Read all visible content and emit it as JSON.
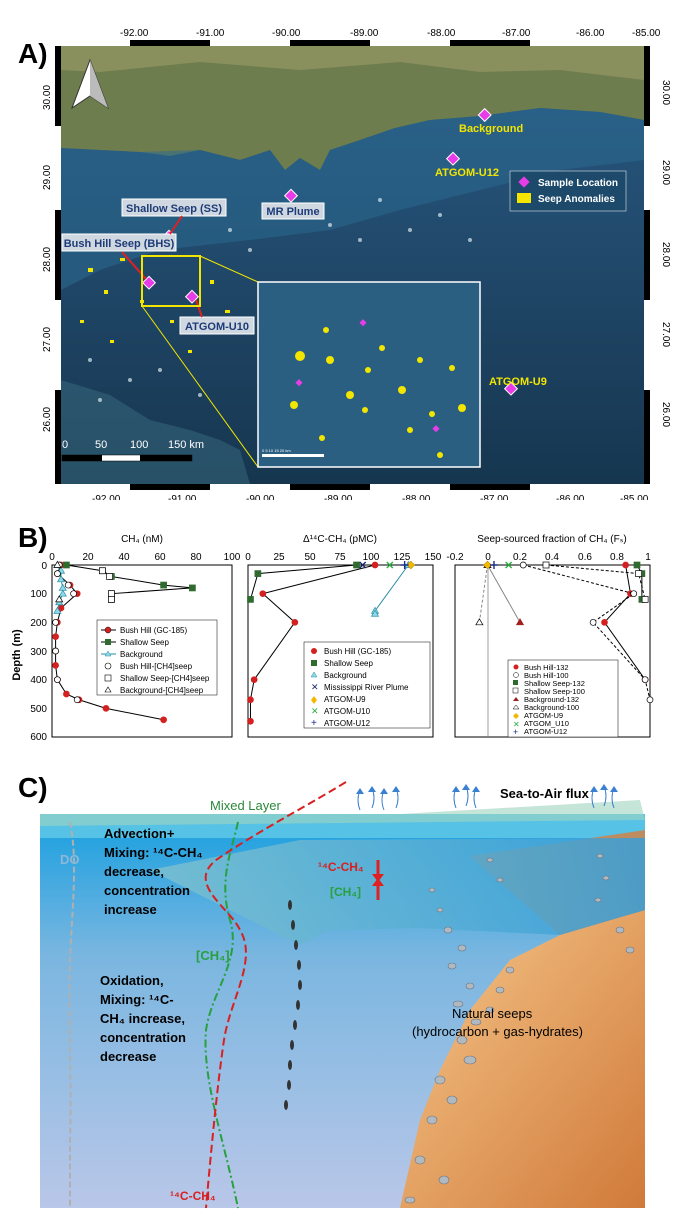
{
  "panel_labels": {
    "a": "A)",
    "b": "B)",
    "c": "C)"
  },
  "map": {
    "lon_ticks": [
      "-92.00",
      "-91.00",
      "-90.00",
      "-89.00",
      "-88.00",
      "-87.00",
      "-86.00",
      "-85.00"
    ],
    "lat_ticks": [
      "30.00",
      "29.00",
      "28.00",
      "27.00",
      "26.00"
    ],
    "legend": {
      "sample": "Sample Location",
      "seep": "Seep Anomalies"
    },
    "sites": {
      "background": "Background",
      "atgom_u12": "ATGOM-U12",
      "mr_plume": "MR Plume",
      "shallow_seep": "Shallow Seep (SS)",
      "bush_hill": "Bush Hill Seep (BHS)",
      "atgom_u10": "ATGOM-U10",
      "atgom_u9": "ATGOM-U9"
    },
    "scale": {
      "l0": "0",
      "l50": "50",
      "l100": "100",
      "l150": "150 km"
    },
    "inset_scale": "0  5  10  15        20 km",
    "colors": {
      "sea": "#1f4a6e",
      "land": "#6b7a4a",
      "seep": "#f2e600",
      "site": "#e83ce8"
    }
  },
  "plots": {
    "depth_label": "Depth (m)",
    "depth_ticks": [
      "0",
      "100",
      "200",
      "300",
      "400",
      "500",
      "600"
    ],
    "p1": {
      "title": "CH₄ (nM)",
      "ticks": [
        "0",
        "20",
        "40",
        "60",
        "80",
        "100"
      ],
      "legend": [
        "Bush Hill (GC-185)",
        "Shallow Seep",
        "Background",
        "Bush Hill-[CH4]seep",
        "Shallow Seep-[CH4]seep",
        "Background-[CH4]seep"
      ]
    },
    "p2": {
      "title": "Δ¹⁴C-CH₄ (pMC)",
      "ticks": [
        "0",
        "25",
        "50",
        "75",
        "100",
        "125",
        "150"
      ],
      "legend": [
        "Bush Hill (GC-185)",
        "Shallow Seep",
        "Background",
        "Mississippi River Plume",
        "ATGOM-U9",
        "ATGOM-U10",
        "ATGOM-U12"
      ]
    },
    "p3": {
      "title": "Seep-sourced fraction of CH₄ (Fₛ)",
      "ticks": [
        "-0.2",
        "0",
        "0.2",
        "0.4",
        "0.6",
        "0.8",
        "1"
      ],
      "legend": [
        "Bush Hill-132",
        "Bush Hill-100",
        "Shallow Seep-132",
        "Shallow Seep-100",
        "Background-132",
        "Background-100",
        "ATGOM-U9",
        "ATGOM_U10",
        "ATGOM-U12"
      ]
    }
  },
  "chart_data": [
    {
      "type": "line",
      "title": "CH₄ (nM)",
      "ylabel": "Depth (m)",
      "xlim": [
        0,
        100
      ],
      "ylim": [
        600,
        0
      ],
      "series": [
        {
          "name": "Bush Hill (GC-185)",
          "x": [
            5,
            3,
            10,
            14,
            5,
            3,
            2,
            2,
            2,
            3,
            8,
            15,
            30,
            62
          ],
          "y": [
            0,
            30,
            70,
            100,
            150,
            200,
            250,
            300,
            350,
            400,
            450,
            470,
            500,
            540
          ]
        },
        {
          "name": "Shallow Seep",
          "x": [
            8,
            28,
            33,
            62,
            78,
            33,
            33
          ],
          "y": [
            0,
            20,
            40,
            70,
            80,
            100,
            120
          ]
        },
        {
          "name": "Background",
          "x": [
            3,
            5,
            5,
            6,
            6,
            4,
            3
          ],
          "y": [
            0,
            20,
            50,
            80,
            100,
            130,
            160
          ]
        },
        {
          "name": "Bush Hill-[CH4]seep",
          "x": [
            4,
            3,
            9,
            12,
            2,
            2,
            3,
            14
          ],
          "y": [
            0,
            30,
            70,
            100,
            200,
            300,
            400,
            470
          ]
        },
        {
          "name": "Shallow Seep-[CH4]seep",
          "x": [
            28,
            32,
            33,
            33
          ],
          "y": [
            20,
            40,
            100,
            120
          ]
        },
        {
          "name": "Background-[CH4]seep",
          "x": [
            3,
            4
          ],
          "y": [
            0,
            120
          ]
        }
      ]
    },
    {
      "type": "line",
      "title": "Δ¹⁴C-CH₄ (pMC)",
      "xlim": [
        0,
        150
      ],
      "ylim": [
        600,
        0
      ],
      "series": [
        {
          "name": "Bush Hill (GC-185)",
          "x": [
            103,
            12,
            38,
            5,
            2,
            2
          ],
          "y": [
            0,
            100,
            200,
            400,
            470,
            545
          ]
        },
        {
          "name": "Shallow Seep",
          "x": [
            88,
            8,
            2
          ],
          "y": [
            0,
            30,
            120
          ]
        },
        {
          "name": "Background",
          "x": [
            130,
            103,
            103
          ],
          "y": [
            0,
            160,
            170
          ]
        },
        {
          "name": "Mississippi River Plume",
          "x": [
            93
          ],
          "y": [
            0
          ]
        },
        {
          "name": "ATGOM-U9",
          "x": [
            132
          ],
          "y": [
            0
          ]
        },
        {
          "name": "ATGOM-U10",
          "x": [
            115
          ],
          "y": [
            0
          ]
        },
        {
          "name": "ATGOM-U12",
          "x": [
            127
          ],
          "y": [
            0
          ]
        }
      ]
    },
    {
      "type": "line",
      "title": "Seep-sourced fraction of CH₄ (Fₛ)",
      "xlim": [
        -0.2,
        1
      ],
      "ylim": [
        600,
        0
      ],
      "series": [
        {
          "name": "Bush Hill-132",
          "x": [
            0.85,
            0.88,
            0.72,
            0.97
          ],
          "y": [
            0,
            100,
            200,
            400
          ]
        },
        {
          "name": "Bush Hill-100",
          "x": [
            0.22,
            0.9,
            0.65,
            0.97,
            1.0
          ],
          "y": [
            0,
            100,
            200,
            400,
            470
          ]
        },
        {
          "name": "Shallow Seep-132",
          "x": [
            0.92,
            0.95,
            0.95
          ],
          "y": [
            0,
            30,
            120
          ]
        },
        {
          "name": "Shallow Seep-100",
          "x": [
            0.36,
            0.93,
            0.97
          ],
          "y": [
            0,
            30,
            120
          ]
        },
        {
          "name": "Background-132",
          "x": [
            0.0,
            0.2
          ],
          "y": [
            0,
            200
          ]
        },
        {
          "name": "Background-100",
          "x": [
            0.0,
            -0.05
          ],
          "y": [
            0,
            200
          ]
        },
        {
          "name": "ATGOM-U9",
          "x": [
            0.0
          ],
          "y": [
            0
          ]
        },
        {
          "name": "ATGOM_U10",
          "x": [
            0.13
          ],
          "y": [
            0
          ]
        },
        {
          "name": "ATGOM-U12",
          "x": [
            0.04
          ],
          "y": [
            0
          ]
        }
      ]
    }
  ],
  "schematic": {
    "flux": "Sea-to-Air flux",
    "mixed_layer": "Mixed Layer",
    "do": "DO",
    "adv_1": "Advection+",
    "adv_2": "Mixing: ¹⁴C-CH₄",
    "adv_3": "decrease,",
    "adv_4": "concentration",
    "adv_5": "increase",
    "c14_arrow": "¹⁴C-CH₄",
    "ch4_arrow": "[CH₄]",
    "ch4_line": "[CH₄]",
    "c14_line": "¹⁴C-CH₄",
    "ox_1": "Oxidation,",
    "ox_2": "Mixing: ¹⁴C-",
    "ox_3": "CH₄ increase,",
    "ox_4": "concentration",
    "ox_5": "decrease",
    "seeps_1": "Natural seeps",
    "seeps_2": "(hydrocarbon + gas-hydrates)"
  }
}
